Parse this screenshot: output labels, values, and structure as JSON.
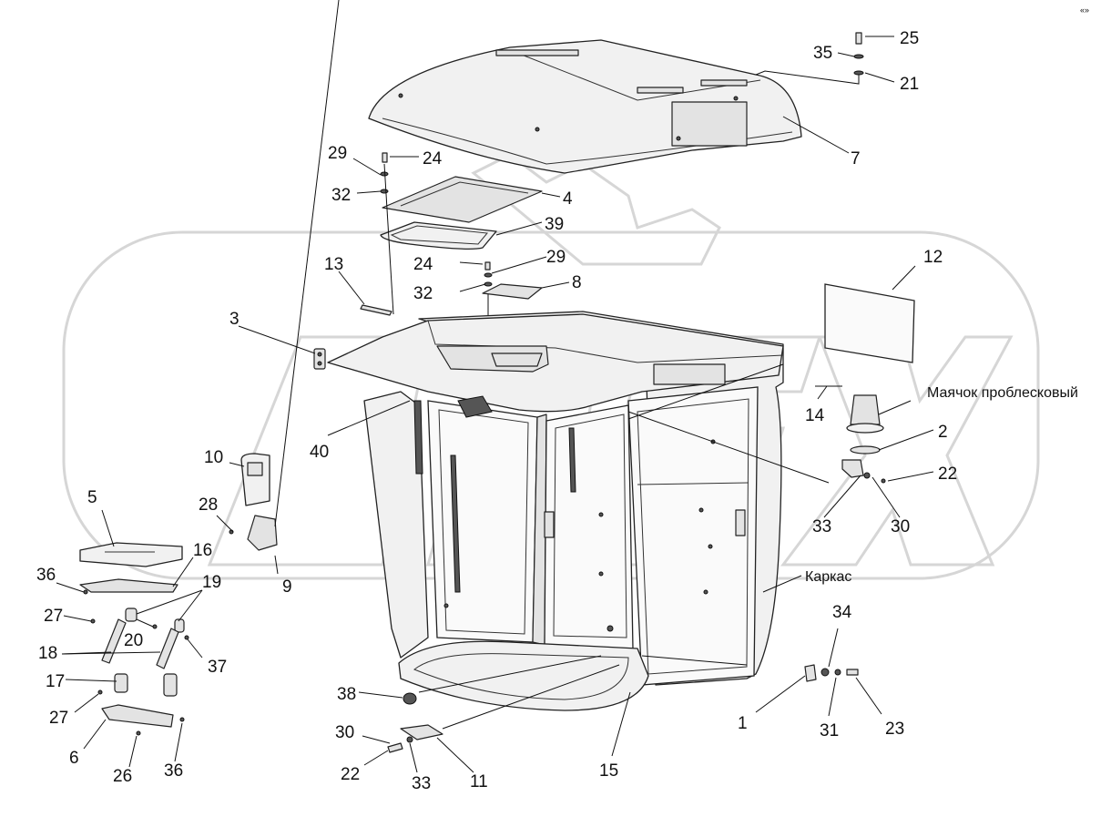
{
  "watermark": "OPEX",
  "corner_mark": "«»",
  "text_labels": {
    "beacon": "Маячок проблесковый",
    "frame": "Каркас"
  },
  "callouts": [
    "25",
    "35",
    "21",
    "7",
    "29",
    "24",
    "32",
    "4",
    "39",
    "24",
    "29",
    "32",
    "8",
    "13",
    "3",
    "12",
    "40",
    "14",
    "2",
    "22",
    "10",
    "28",
    "5",
    "16",
    "9",
    "30",
    "33",
    "36",
    "19",
    "27",
    "20",
    "37",
    "18",
    "17",
    "27",
    "6",
    "26",
    "36",
    "34",
    "38",
    "30",
    "22",
    "33",
    "11",
    "15",
    "1",
    "31",
    "23"
  ]
}
